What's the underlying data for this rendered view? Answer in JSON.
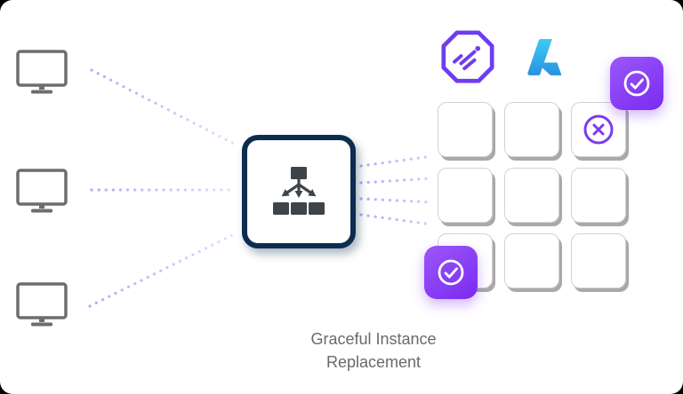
{
  "caption": {
    "line1": "Graceful Instance",
    "line2": "Replacement"
  },
  "clients": {
    "count": 3,
    "icon": "monitor-icon"
  },
  "load_balancer": {
    "icon": "sitemap-icon"
  },
  "logos": [
    {
      "name": "spot-octagon-logo"
    },
    {
      "name": "azure-logo"
    }
  ],
  "instance_grid": {
    "rows": 3,
    "cols": 3,
    "terminating_cell": {
      "row": 1,
      "col": 3,
      "icon": "x-circle-icon"
    }
  },
  "replacement_badges": {
    "count": 2,
    "icon": "check-circle-icon"
  },
  "colors": {
    "accent_purple": "#7C3BF0",
    "badge_gradient_start": "#9A57FA",
    "badge_gradient_end": "#7A2BF0",
    "dotted_line": "#B7A6F9",
    "navy": "#0C2D50",
    "icon_gray": "#6D6D6D",
    "sitemap_gray": "#3F4448",
    "cell_border": "#D2D2D2",
    "cell_shadow": "#A9A9A9",
    "caption_text": "#6A6A6A",
    "azure_dark": "#114A8B",
    "azure_mid": "#0078D4",
    "azure_light": "#3CCBF4"
  }
}
